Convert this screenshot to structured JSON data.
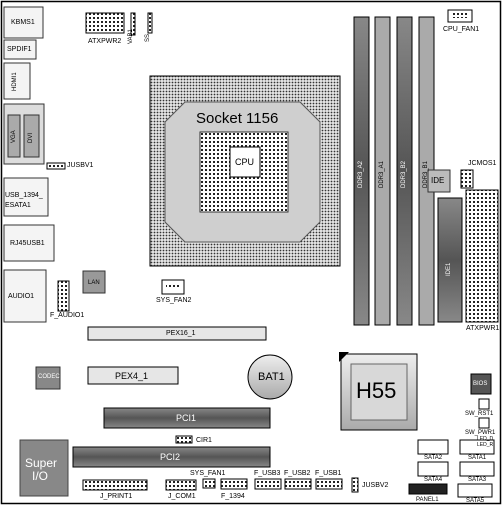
{
  "labels": {
    "kbms": "KBMS1",
    "spdif": "SPDIF1",
    "hdmi": "HDMI1",
    "vga": "VGA",
    "dvi": "DVI",
    "jusbv1": "JUSBV1",
    "usb1394_line1": "USB_1394_",
    "usb1394_line2": "ESATA1",
    "rj45": "RJ45USB1",
    "audio": "AUDIO1",
    "f_audio": "F_AUDIO1",
    "lan": "LAN",
    "atxpwr2": "ATXPWR2",
    "vab": "VAB1",
    "ss": "SS",
    "cpu_fan": "CPU_FAN1",
    "socket": "Socket 1156",
    "cpu": "CPU",
    "ddr3_a2": "DDR3_A2",
    "ddr3_a1": "DDR3_A1",
    "ddr3_b2": "DDR3_B2",
    "ddr3_b1": "DDR3_B1",
    "jcmos": "JCMOS1",
    "ide_chip": "IDE",
    "ide1": "IDE1",
    "atxpwr1": "ATXPWR1",
    "sys_fan2": "SYS_FAN2",
    "pex16": "PEX16_1",
    "codec": "CODEC",
    "pex4": "PEX4_1",
    "bat": "BAT1",
    "h55": "H55",
    "bios": "BIOS",
    "sw_rst": "SW_RST1",
    "sw_pwr": "SW_PWR1",
    "led_d": "LED_D",
    "led_r": "LED_R",
    "pci1": "PCI1",
    "pci2": "PCI2",
    "cir": "CIR1",
    "superio_line1": "Super",
    "superio_line2": "I/O",
    "sata2": "SATA2",
    "sata1": "SATA1",
    "sata4": "SATA4",
    "sata3": "SATA3",
    "sys_fan1": "SYS_FAN1",
    "f_usb3": "F_USB3",
    "f_usb2": "F_USB2",
    "f_usb1": "F_USB1",
    "jusbv2": "JUSBV2",
    "j_print": "J_PRINT1",
    "j_com": "J_COM1",
    "f_1394": "F_1394",
    "panel": "PANEL1",
    "sata5": "SATA5"
  }
}
